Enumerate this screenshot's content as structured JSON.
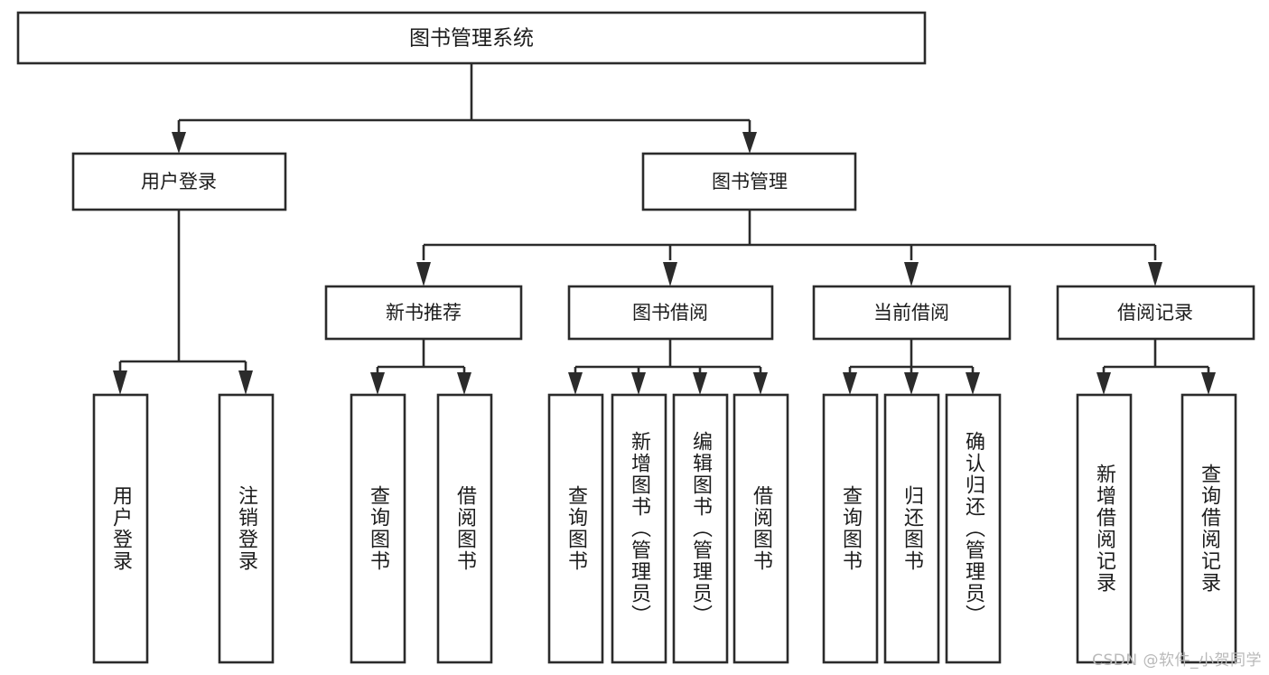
{
  "diagram": {
    "title": "图书管理系统",
    "type": "hierarchy-tree",
    "watermark": "CSDN @软件_小贺同学",
    "colors": {
      "box_fill": "#ffffff",
      "box_stroke": "#2b2b2b",
      "text": "#1c1c1c",
      "background": "#ffffff",
      "watermark": "#b9b9b9"
    },
    "root": {
      "label": "图书管理系统"
    },
    "level1": [
      {
        "label": "用户登录"
      },
      {
        "label": "图书管理"
      }
    ],
    "level2": [
      {
        "label": "新书推荐"
      },
      {
        "label": "图书借阅"
      },
      {
        "label": "当前借阅"
      },
      {
        "label": "借阅记录"
      }
    ],
    "leaves": {
      "user_login": [
        {
          "label": "用户登录"
        },
        {
          "label": "注销登录"
        }
      ],
      "new_book_recommend": [
        {
          "label": "查询图书"
        },
        {
          "label": "借阅图书"
        }
      ],
      "book_borrow": [
        {
          "label": "查询图书"
        },
        {
          "label": "新增图书（管理员）"
        },
        {
          "label": "编辑图书（管理员）"
        },
        {
          "label": "借阅图书"
        }
      ],
      "current_borrow": [
        {
          "label": "查询图书"
        },
        {
          "label": "归还图书"
        },
        {
          "label": "确认归还（管理员）"
        }
      ],
      "borrow_record": [
        {
          "label": "新增借阅记录"
        },
        {
          "label": "查询借阅记录"
        }
      ]
    }
  }
}
